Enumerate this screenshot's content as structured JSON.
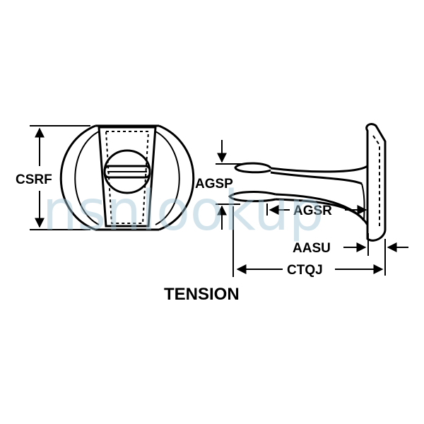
{
  "labels": {
    "csrf": "CSRF",
    "agsp": "AGSP",
    "agsr": "AGSR",
    "aasu": "AASU",
    "ctqj": "CTQJ"
  },
  "title": "TENSION",
  "watermark": "nsnlookup",
  "colors": {
    "line": "#000000",
    "watermark": "#9fc3d6",
    "background": "#ffffff"
  }
}
